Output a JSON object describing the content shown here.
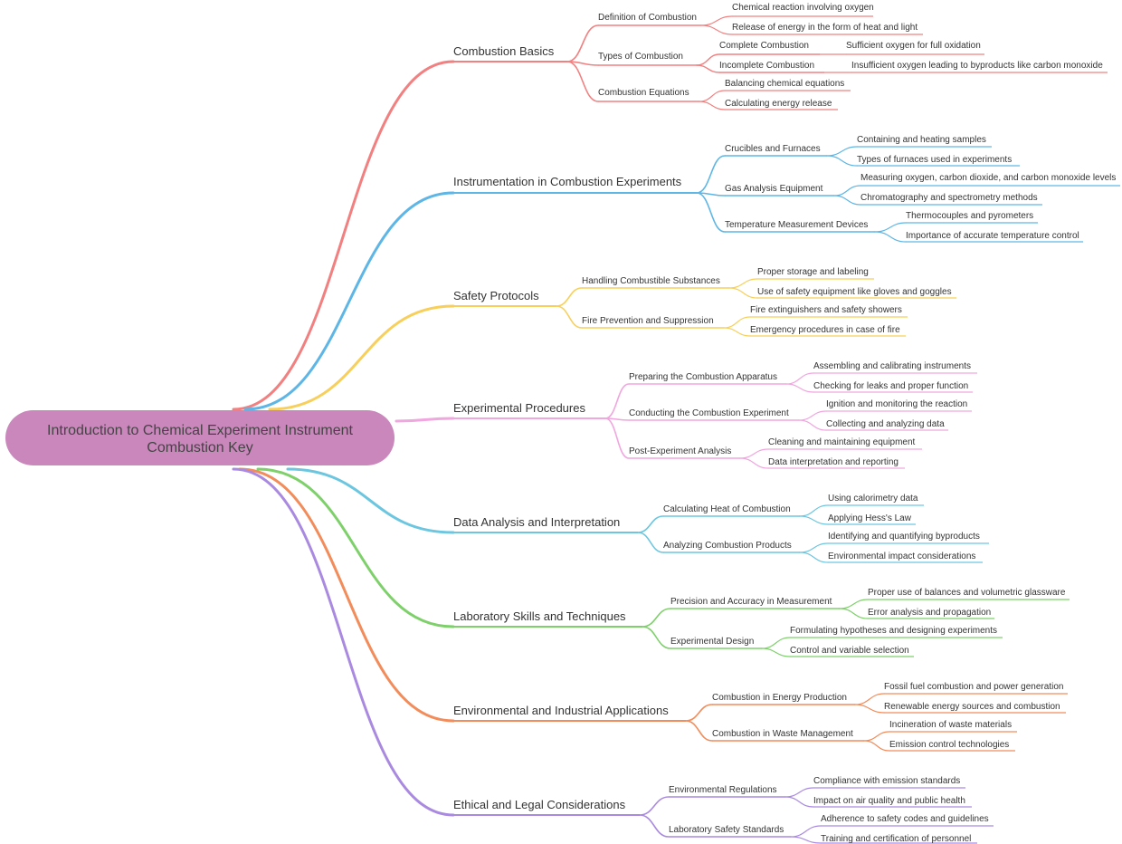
{
  "root": {
    "label_line1": "Introduction to Chemical Experiment Instrument",
    "label_line2": "Combustion Key",
    "color": "#C987BC"
  },
  "branches": [
    {
      "label": "Combustion Basics",
      "color": "#F28080",
      "children": [
        {
          "label": "Definition of Combustion",
          "children": [
            "Chemical reaction involving oxygen",
            "Release of energy in the form of heat and light"
          ]
        },
        {
          "label": "Types of Combustion",
          "children": [
            {
              "label": "Complete Combustion",
              "children": [
                "Sufficient oxygen for full oxidation"
              ]
            },
            {
              "label": "Incomplete Combustion",
              "children": [
                "Insufficient oxygen leading to byproducts like carbon monoxide"
              ]
            }
          ]
        },
        {
          "label": "Combustion Equations",
          "children": [
            "Balancing chemical equations",
            "Calculating energy release"
          ]
        }
      ]
    },
    {
      "label": "Instrumentation in Combustion Experiments",
      "color": "#5DB6E6",
      "children": [
        {
          "label": "Crucibles and Furnaces",
          "children": [
            "Containing and heating samples",
            "Types of furnaces used in experiments"
          ]
        },
        {
          "label": "Gas Analysis Equipment",
          "children": [
            "Measuring oxygen, carbon dioxide, and carbon monoxide levels",
            "Chromatography and spectrometry methods"
          ]
        },
        {
          "label": "Temperature Measurement Devices",
          "children": [
            "Thermocouples and pyrometers",
            "Importance of accurate temperature control"
          ]
        }
      ]
    },
    {
      "label": "Safety Protocols",
      "color": "#F8CF5A",
      "children": [
        {
          "label": "Handling Combustible Substances",
          "children": [
            "Proper storage and labeling",
            "Use of safety equipment like gloves and goggles"
          ]
        },
        {
          "label": "Fire Prevention and Suppression",
          "children": [
            "Fire extinguishers and safety showers",
            "Emergency procedures in case of fire"
          ]
        }
      ]
    },
    {
      "label": "Experimental Procedures",
      "color": "#F0A6DE",
      "children": [
        {
          "label": "Preparing the Combustion Apparatus",
          "children": [
            "Assembling and calibrating instruments",
            "Checking for leaks and proper function"
          ]
        },
        {
          "label": "Conducting the Combustion Experiment",
          "children": [
            "Ignition and monitoring the reaction",
            "Collecting and analyzing data"
          ]
        },
        {
          "label": "Post-Experiment Analysis",
          "children": [
            "Cleaning and maintaining equipment",
            "Data interpretation and reporting"
          ]
        }
      ]
    },
    {
      "label": "Data Analysis and Interpretation",
      "color": "#6CC6E0",
      "children": [
        {
          "label": "Calculating Heat of Combustion",
          "children": [
            "Using calorimetry data",
            "Applying Hess's Law"
          ]
        },
        {
          "label": "Analyzing Combustion Products",
          "children": [
            "Identifying and quantifying byproducts",
            "Environmental impact considerations"
          ]
        }
      ]
    },
    {
      "label": "Laboratory Skills and Techniques",
      "color": "#7ED06A",
      "children": [
        {
          "label": "Precision and Accuracy in Measurement",
          "children": [
            "Proper use of balances and volumetric glassware",
            "Error analysis and propagation"
          ]
        },
        {
          "label": "Experimental Design",
          "children": [
            "Formulating hypotheses and designing experiments",
            "Control and variable selection"
          ]
        }
      ]
    },
    {
      "label": "Environmental and Industrial Applications",
      "color": "#F28C5A",
      "children": [
        {
          "label": "Combustion in Energy Production",
          "children": [
            "Fossil fuel combustion and power generation",
            "Renewable energy sources and combustion"
          ]
        },
        {
          "label": "Combustion in Waste Management",
          "children": [
            "Incineration of waste materials",
            "Emission control technologies"
          ]
        }
      ]
    },
    {
      "label": "Ethical and Legal Considerations",
      "color": "#A98AE0",
      "children": [
        {
          "label": "Environmental Regulations",
          "children": [
            "Compliance with emission standards",
            "Impact on air quality and public health"
          ]
        },
        {
          "label": "Laboratory Safety Standards",
          "children": [
            "Adherence to safety codes and guidelines",
            "Training and certification of personnel"
          ]
        }
      ]
    }
  ]
}
